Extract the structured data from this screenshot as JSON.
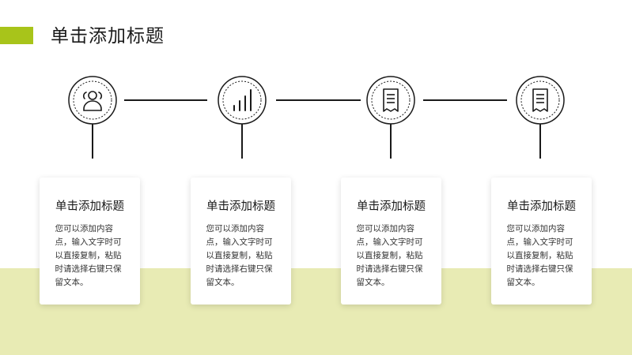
{
  "page": {
    "title": "单击添加标题"
  },
  "colors": {
    "accent": "#a8c41a",
    "band": "#e8ebb4",
    "line": "#1a1a1a"
  },
  "steps": [
    {
      "icon": "users-icon",
      "title": "单击添加标题",
      "body": "您可以添加内容点，输入文字时可以直接复制，粘贴时请选择右键只保留文本。"
    },
    {
      "icon": "bar-chart-icon",
      "title": "单击添加标题",
      "body": "您可以添加内容点，输入文字时可以直接复制，粘贴时请选择右键只保留文本。"
    },
    {
      "icon": "receipt-icon",
      "title": "单击添加标题",
      "body": "您可以添加内容点，输入文字时可以直接复制，粘贴时请选择右键只保留文本。"
    },
    {
      "icon": "document-icon",
      "title": "单击添加标题",
      "body": "您可以添加内容点，输入文字时可以直接复制，粘贴时请选择右键只保留文本。"
    }
  ]
}
